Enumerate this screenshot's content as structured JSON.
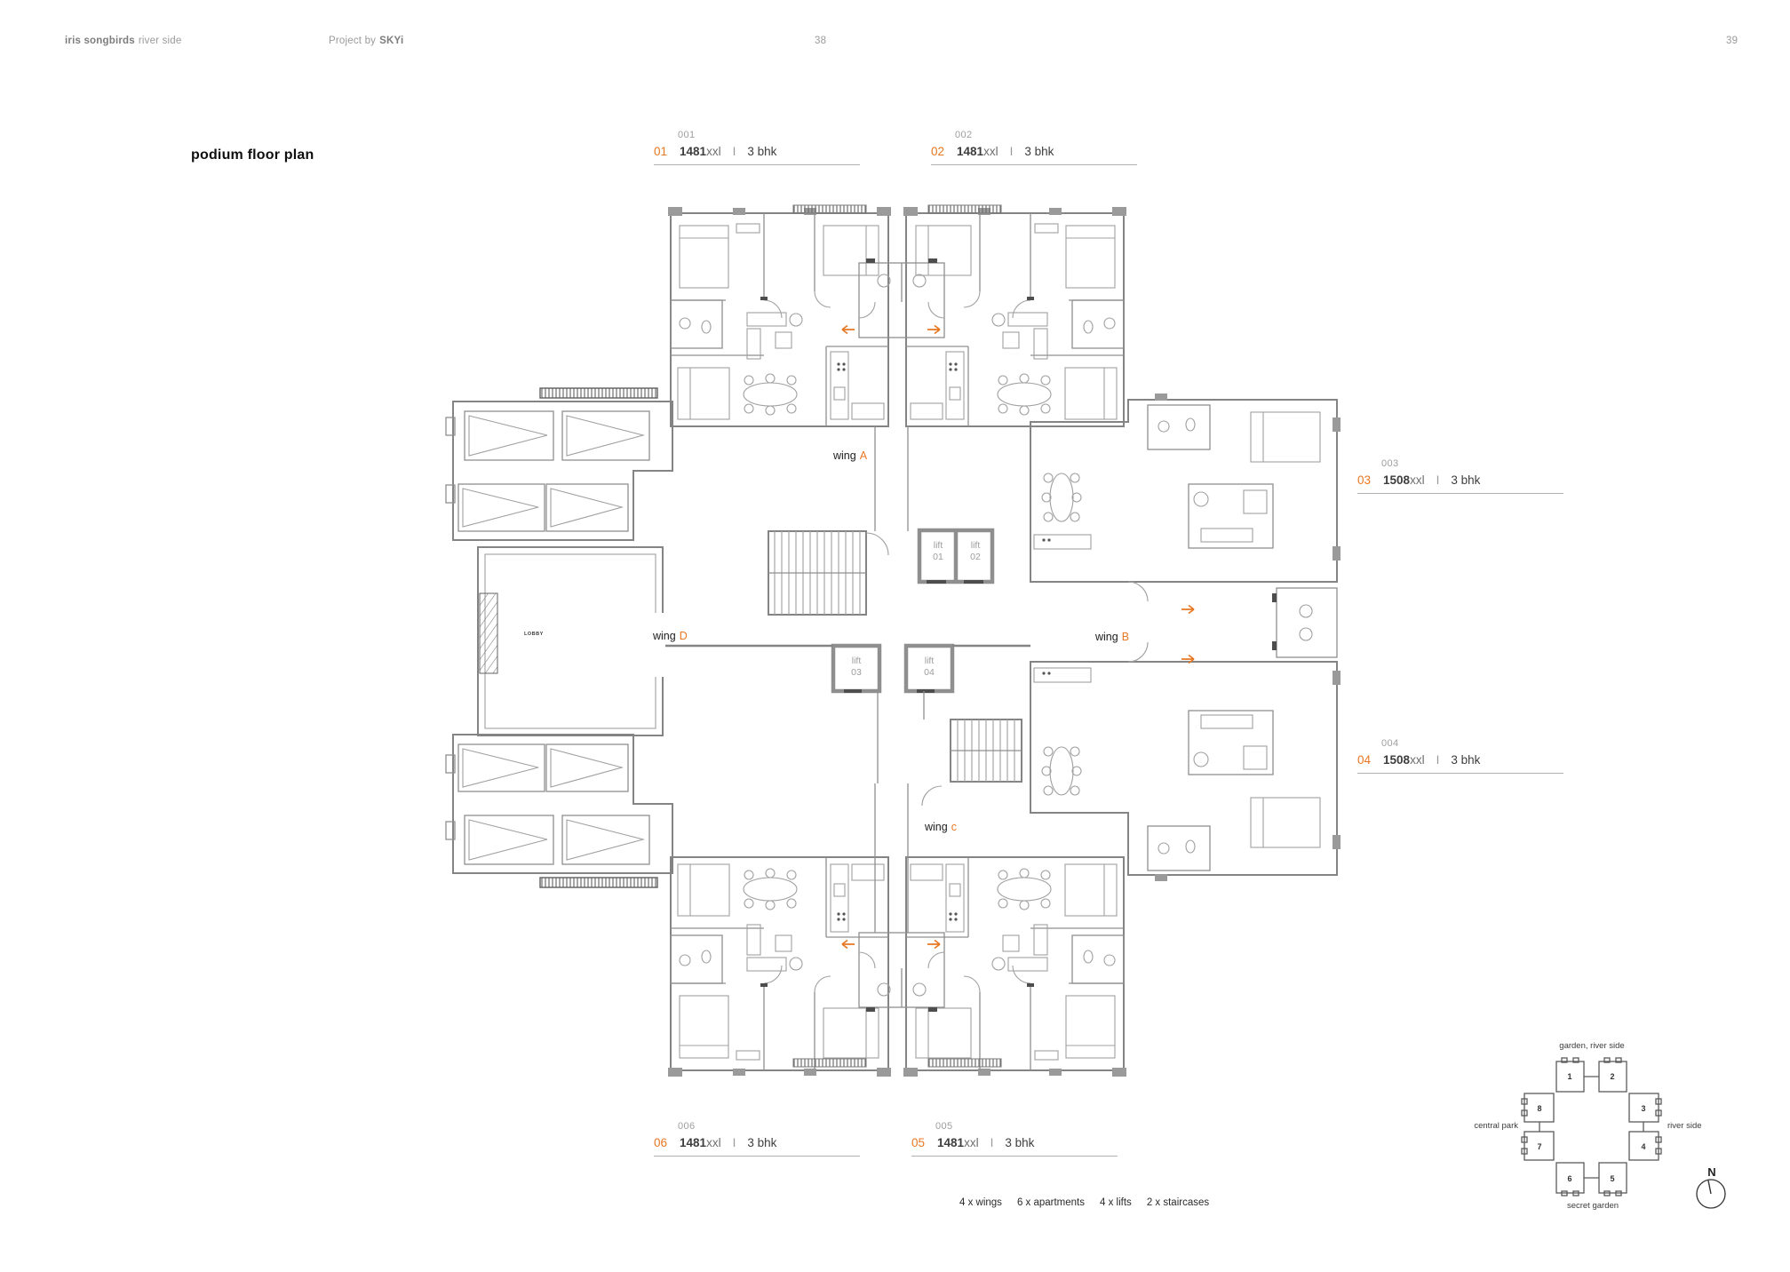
{
  "header": {
    "brand_bold": "iris songbirds",
    "brand_light": "river side",
    "project_prefix": "Project by",
    "project_name": "SKYi",
    "page_left": "38",
    "page_right": "39"
  },
  "title": "podium floor plan",
  "unit_labels": {
    "u001": {
      "code": "001",
      "no": "01",
      "area": "1481",
      "area_suffix": "xxl",
      "sep": "I",
      "type": "3 bhk"
    },
    "u002": {
      "code": "002",
      "no": "02",
      "area": "1481",
      "area_suffix": "xxl",
      "sep": "I",
      "type": "3 bhk"
    },
    "u003": {
      "code": "003",
      "no": "03",
      "area": "1508",
      "area_suffix": "xxl",
      "sep": "I",
      "type": "3 bhk"
    },
    "u004": {
      "code": "004",
      "no": "04",
      "area": "1508",
      "area_suffix": "xxl",
      "sep": "I",
      "type": "3 bhk"
    },
    "u005": {
      "code": "005",
      "no": "05",
      "area": "1481",
      "area_suffix": "xxl",
      "sep": "I",
      "type": "3 bhk"
    },
    "u006": {
      "code": "006",
      "no": "06",
      "area": "1481",
      "area_suffix": "xxl",
      "sep": "I",
      "type": "3 bhk"
    }
  },
  "wings": {
    "a": {
      "prefix": "wing",
      "letter": "A"
    },
    "b": {
      "prefix": "wing",
      "letter": "B"
    },
    "c": {
      "prefix": "wing",
      "letter": "c"
    },
    "d": {
      "prefix": "wing",
      "letter": "D"
    }
  },
  "lifts": {
    "l1": {
      "word": "lift",
      "num": "01"
    },
    "l2": {
      "word": "lift",
      "num": "02"
    },
    "l3": {
      "word": "lift",
      "num": "03"
    },
    "l4": {
      "word": "lift",
      "num": "04"
    }
  },
  "plan": {
    "lobby": "LOBBY"
  },
  "stats": [
    "4 x wings",
    "6 x apartments",
    "4 x lifts",
    "2 x staircases"
  ],
  "keyplan": {
    "label_top": "garden, river side",
    "label_left": "central park",
    "label_right": "river side",
    "label_bottom": "secret garden",
    "blocks": [
      "1",
      "2",
      "3",
      "4",
      "5",
      "6",
      "7",
      "8"
    ],
    "compass": "N"
  },
  "colors": {
    "accent": "#e87722",
    "wall_gray": "#848484",
    "furniture_gray": "#a0a0a0",
    "label_gray": "#9a9a9a",
    "text_dark": "#2a2a2a"
  }
}
